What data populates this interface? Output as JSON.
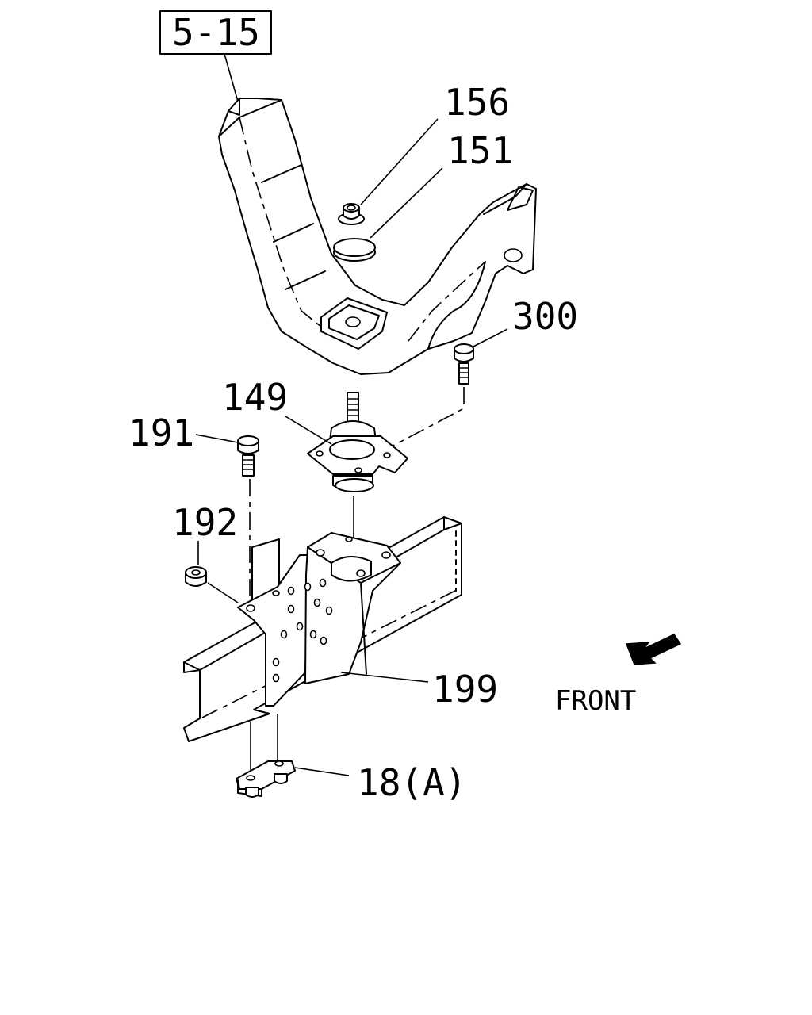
{
  "reference_box": "5-15",
  "callouts": {
    "p156": "156",
    "p151": "151",
    "p300": "300",
    "p149": "149",
    "p191": "191",
    "p192": "192",
    "p199": "199",
    "p18a": "18(A)"
  },
  "direction_label": "FRONT"
}
